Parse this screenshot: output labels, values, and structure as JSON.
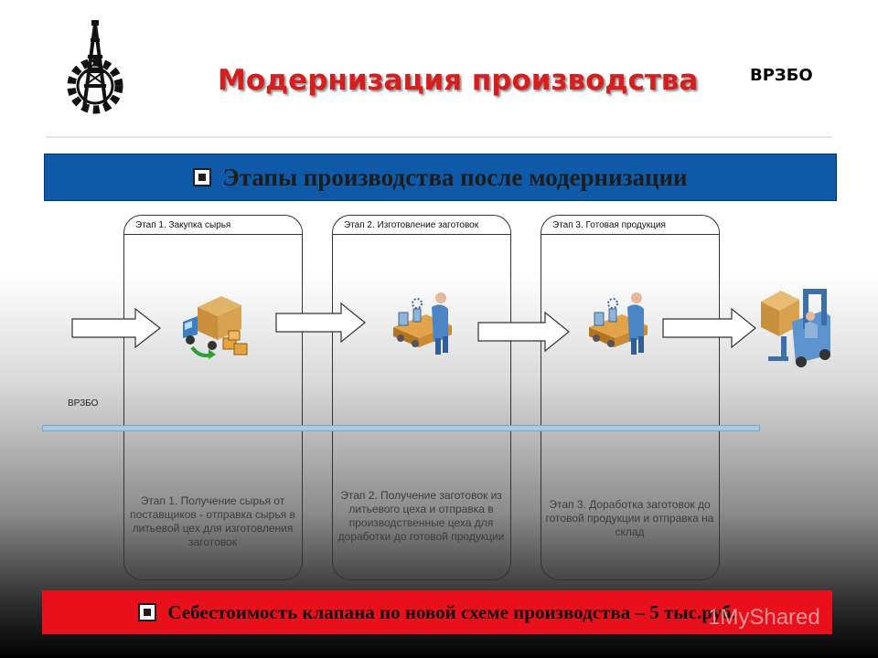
{
  "header": {
    "title": "Модернизация производства",
    "org": "ВРЗБО"
  },
  "banner_top": {
    "text": "Этапы производства после модернизации"
  },
  "diagram": {
    "lane_label": "ВРЗБО",
    "stages": [
      {
        "header": "Этап 1. Закупка сырья",
        "description": "Этап 1. Получение сырья от поставщиков - отправка сырья в литьевой цех для изготовления заготовок",
        "icon": "delivery-truck-icon"
      },
      {
        "header": "Этап 2. Изготовление заготовок",
        "description": "Этап 2. Получение заготовок из литьевого цеха и отправка в производственные цеха для доработки до готовой продукции",
        "icon": "assembly-line-worker-icon"
      },
      {
        "header": "Этап 3. Готовая продукция",
        "description": "Этап 3. Доработка заготовок до готовой продукции и отправка на склад",
        "icon": "assembly-line-worker-icon"
      }
    ],
    "end_icon": "forklift-icon"
  },
  "banner_bottom": {
    "text": "Себестоимость клапана по новой схеме производства – 5 тыс.руб."
  },
  "watermark": "1MyShared",
  "colors": {
    "title": "#d81d1d",
    "banner_blue": "#0f5aa8",
    "banner_red": "#e8101a",
    "separator": "#a9c9e4"
  }
}
